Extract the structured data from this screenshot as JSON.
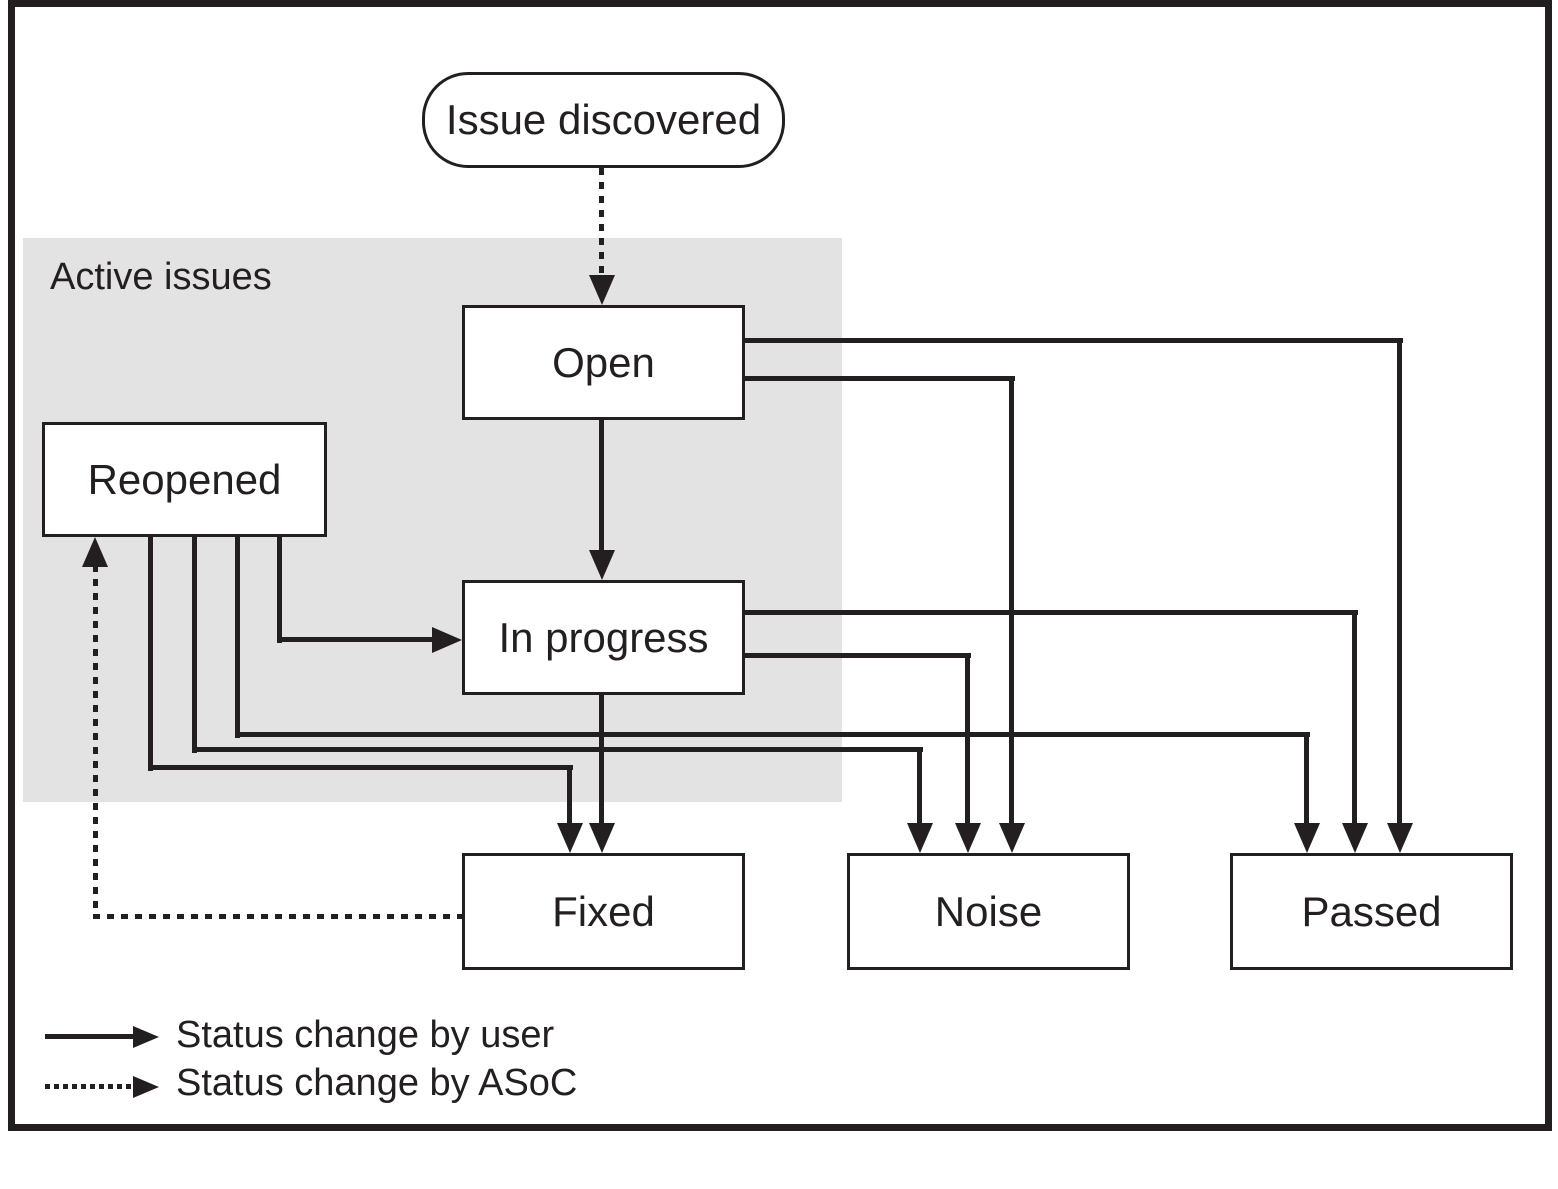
{
  "diagram": {
    "region": {
      "label": "Active issues"
    },
    "nodes": {
      "issue_discovered": {
        "label": "Issue discovered",
        "shape": "rounded"
      },
      "open": {
        "label": "Open",
        "shape": "rect"
      },
      "reopened": {
        "label": "Reopened",
        "shape": "rect"
      },
      "in_progress": {
        "label": "In progress",
        "shape": "rect"
      },
      "fixed": {
        "label": "Fixed",
        "shape": "rect"
      },
      "noise": {
        "label": "Noise",
        "shape": "rect"
      },
      "passed": {
        "label": "Passed",
        "shape": "rect"
      }
    },
    "edges": [
      {
        "from": "issue_discovered",
        "to": "open",
        "style": "dotted"
      },
      {
        "from": "open",
        "to": "in_progress",
        "style": "solid"
      },
      {
        "from": "open",
        "to": "noise",
        "style": "solid"
      },
      {
        "from": "open",
        "to": "passed",
        "style": "solid"
      },
      {
        "from": "reopened",
        "to": "in_progress",
        "style": "solid"
      },
      {
        "from": "reopened",
        "to": "fixed",
        "style": "solid"
      },
      {
        "from": "reopened",
        "to": "noise",
        "style": "solid"
      },
      {
        "from": "reopened",
        "to": "passed",
        "style": "solid"
      },
      {
        "from": "in_progress",
        "to": "fixed",
        "style": "solid"
      },
      {
        "from": "in_progress",
        "to": "noise",
        "style": "solid"
      },
      {
        "from": "in_progress",
        "to": "passed",
        "style": "solid"
      },
      {
        "from": "fixed",
        "to": "reopened",
        "style": "dotted"
      }
    ],
    "legend": {
      "items": [
        {
          "style": "solid",
          "label": "Status change by user"
        },
        {
          "style": "dotted",
          "label": "Status change by ASoC"
        }
      ]
    },
    "colors": {
      "line": "#231f20",
      "region_bg": "#e4e3e3",
      "node_bg": "#ffffff",
      "node_border": "#231f20"
    }
  }
}
